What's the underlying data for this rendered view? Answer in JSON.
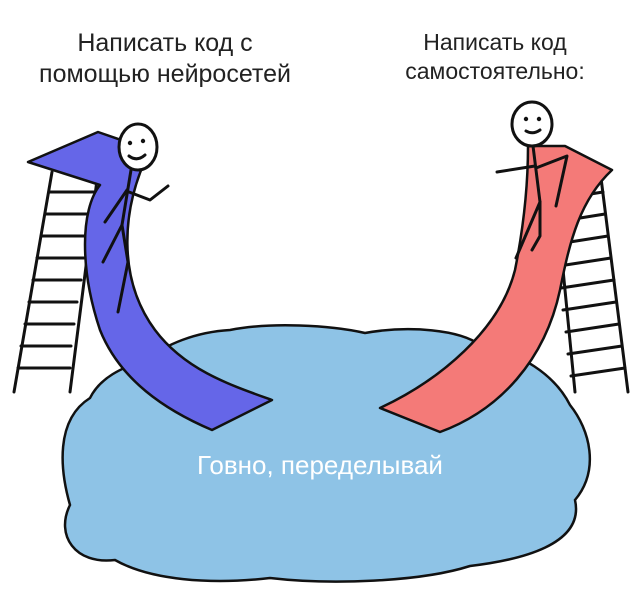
{
  "left_caption": "Написать код с\nпомощью нейросетей",
  "right_caption": "Написать код\nсамостоятельно:",
  "pool_caption": "Говно, переделывай",
  "colors": {
    "left_slide": "#6566e8",
    "right_slide": "#f47a78",
    "pool": "#8ec3e6",
    "outline": "#111111"
  },
  "icons": {
    "left_figure": "stick-figure-icon",
    "right_figure": "stick-figure-icon",
    "ladders": "ladder-icon"
  }
}
